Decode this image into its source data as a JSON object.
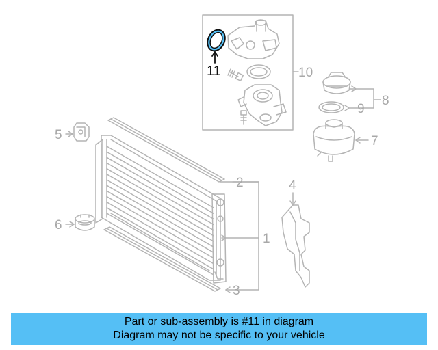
{
  "diagram": {
    "callouts": {
      "c1": "1",
      "c2": "2",
      "c3": "3",
      "c4": "4",
      "c5": "5",
      "c6": "6",
      "c7": "7",
      "c8": "8",
      "c9": "9",
      "c10": "10",
      "c11": "11"
    },
    "highlighted_part": "11",
    "colors": {
      "highlight": "#55bff5",
      "line_art": "#b4b4b4",
      "banner_bg": "#55bff5"
    }
  },
  "banner": {
    "line1": "Part or sub-assembly is #11 in diagram",
    "line2": "Diagram may not be specific to your vehicle"
  }
}
